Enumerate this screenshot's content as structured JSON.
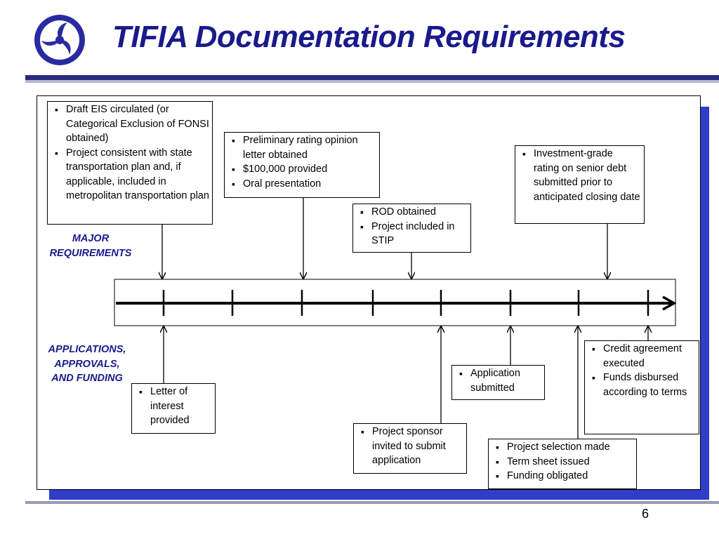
{
  "header": {
    "title": "TIFIA Documentation Requirements"
  },
  "side_labels": {
    "major": [
      "MAJOR",
      "REQUIREMENTS"
    ],
    "applications": [
      "APPLICATIONS,",
      "APPROVALS,",
      "AND FUNDING"
    ]
  },
  "major_requirements": [
    {
      "items": [
        "Draft EIS circulated (or Categorical Exclusion of FONSI obtained)",
        "Project consistent with state transportation plan and, if applicable, included in metropolitan transportation plan"
      ]
    },
    {
      "items": [
        "Preliminary rating opinion letter obtained",
        "$100,000 provided",
        "Oral presentation"
      ]
    },
    {
      "items": [
        "ROD obtained",
        "Project included in STIP"
      ]
    },
    {
      "items": [
        "Investment-grade rating on senior debt submitted prior to anticipated closing date"
      ]
    }
  ],
  "applications": [
    {
      "items": [
        "Letter of interest provided"
      ]
    },
    {
      "items": [
        "Project sponsor invited to submit application"
      ]
    },
    {
      "items": [
        "Application submitted"
      ]
    },
    {
      "items": [
        "Project selection made",
        "Term sheet issued",
        "Funding obligated"
      ]
    },
    {
      "items": [
        "Credit agreement executed",
        "Funds disbursed according to terms"
      ]
    }
  ],
  "footer": {
    "page_number": "6"
  },
  "colors": {
    "accent": "#1a1a8c",
    "shadow": "#2f3dc9",
    "rule": "#2b2b7e"
  }
}
